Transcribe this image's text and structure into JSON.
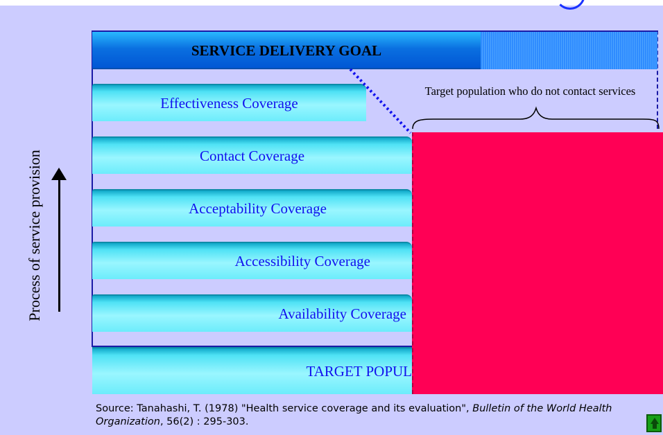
{
  "diagram": {
    "goal_label": "SERVICE DELIVERY GOAL",
    "coverage_levels": [
      {
        "label": "Effectiveness Coverage"
      },
      {
        "label": "Contact Coverage"
      },
      {
        "label": "Acceptability Coverage"
      },
      {
        "label": "Accessibility Coverage"
      },
      {
        "label": "Availability Coverage"
      }
    ],
    "target_label": "TARGET POPUL",
    "gap_note": "Target population who do not contact services",
    "y_axis_label": "Process of service provision"
  },
  "source": {
    "prefix": "Source: Tanahashi, T. (1978) \"Health service coverage and its evaluation\", ",
    "journal": "Bulletin of the World Health Organization",
    "suffix": ", 56(2) : 295-303."
  },
  "colors": {
    "background": "#ccccff",
    "goal_bar": "#0a6fe0",
    "coverage_bar": "#9af6ff",
    "uncovered_population": "#ff0055",
    "label_text": "#1010ee"
  },
  "icons": {
    "home_button": "home-icon"
  }
}
